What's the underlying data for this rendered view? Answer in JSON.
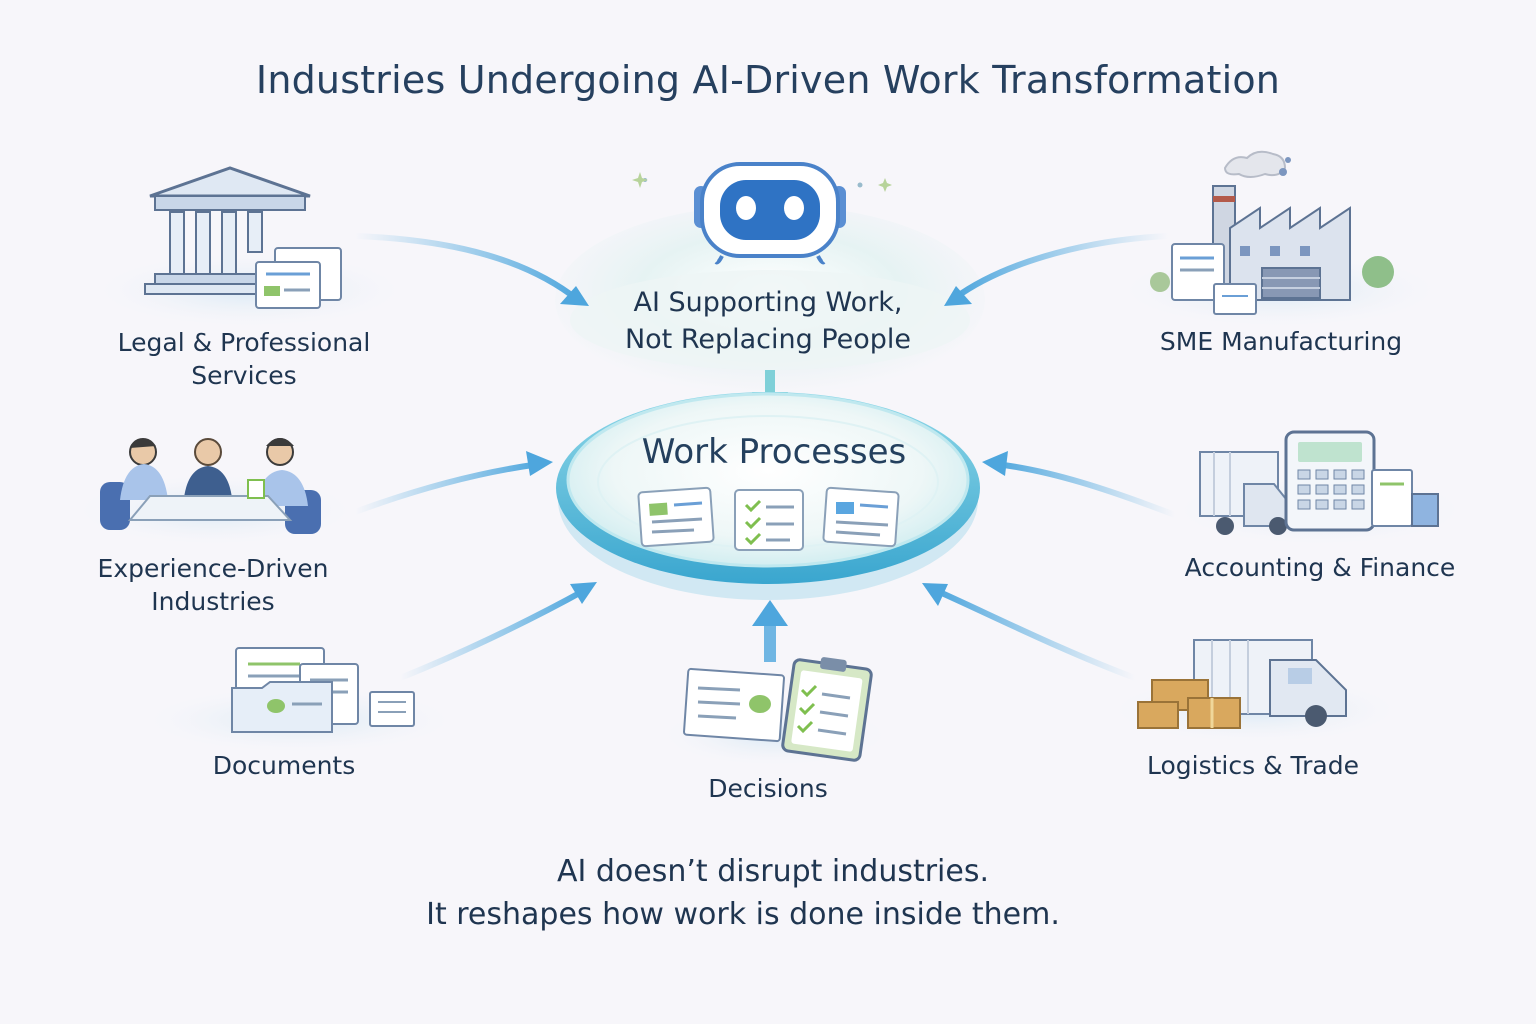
{
  "title": "Industries Undergoing AI-Driven Work Transformation",
  "ai_node": {
    "line1": "AI Supporting Work,",
    "line2": "Not Replacing People",
    "icon": "robot-icon"
  },
  "center": {
    "title": "Work Processes",
    "icons": [
      "document-card-icon",
      "checklist-icon",
      "document-card-icon"
    ]
  },
  "nodes": {
    "legal": {
      "line1": "Legal & Professional",
      "line2": "Services",
      "icon": "courthouse-icon"
    },
    "experience": {
      "line1": "Experience-Driven",
      "line2": "Industries",
      "icon": "meeting-people-icon"
    },
    "documents": {
      "label": "Documents",
      "icon": "documents-icon"
    },
    "decisions": {
      "label": "Decisions",
      "icon": "clipboard-check-icon"
    },
    "sme": {
      "label": "SME Manufacturing",
      "icon": "factory-icon"
    },
    "accounting": {
      "label": "Accounting & Finance",
      "icon": "calculator-truck-icon"
    },
    "logistics": {
      "label": "Logistics & Trade",
      "icon": "delivery-truck-icon"
    }
  },
  "footer": {
    "line1": "AI doesn’t disrupt industries.",
    "line2": "It reshapes how work is done inside them."
  },
  "colors": {
    "background": "#f7f6fa",
    "text": "#1f3550",
    "arrow": "#5aaee0",
    "accent_teal": "#7fd0d8",
    "ring": "#4fb6d8",
    "doc_green": "#8fc46a",
    "robot_blue": "#2f73c4"
  }
}
